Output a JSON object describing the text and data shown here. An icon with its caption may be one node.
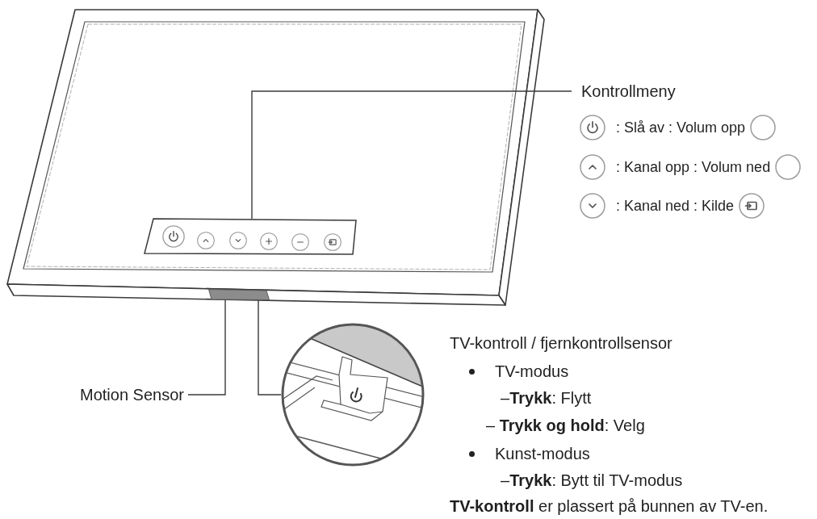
{
  "diagram": {
    "nodes": [
      {
        "text": [],
        "shape": "box"
      },
      {
        "text": [
          "Kontrollmeny"
        ]
      },
      {
        "text": [],
        "shape": "bar"
      },
      {
        "text": [
          "Motion Sensor"
        ]
      },
      {
        "text": [],
        "shape": "picture"
      }
    ],
    "edges": [
      {
        "from": 1,
        "to": 0,
        "arrow": "none"
      },
      {
        "from": 3,
        "to": 2,
        "arrow": "none"
      },
      {
        "from": 2,
        "to": 4,
        "arrow": "none"
      }
    ],
    "labels": [
      ": Slå av : Volum opp",
      ": Kanal opp : Volum ned",
      ": Kanal ned : Kilde",
      "TV-kontroll / fjernkontrollsensor",
      "TV-modus",
      "–**Trykk**: Flytt",
      "– **Trykk og hold**: Velg",
      "Kunst-modus",
      "–**Trykk**: Bytt til TV-modus",
      "**TV-kontroll** er plassert på bunnen av TV-en."
    ]
  }
}
